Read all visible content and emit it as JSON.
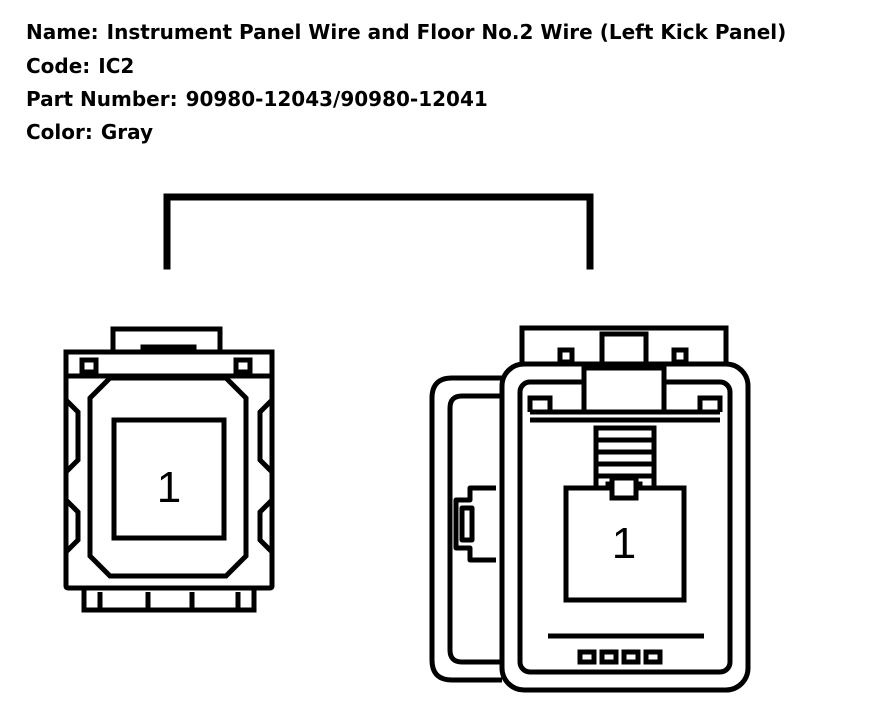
{
  "info": {
    "name_label": "Name:",
    "name_value": "Instrument Panel Wire and Floor No.2 Wire (Left Kick Panel)",
    "code_label": "Code:",
    "code_value": "IC2",
    "part_label": "Part Number:",
    "part_value": "90980-12043/90980-12041",
    "color_label": "Color:",
    "color_value": "Gray"
  },
  "connectors": {
    "left_pin": "1",
    "right_pin": "1"
  },
  "colors": {
    "line": "#000000",
    "background": "#ffffff"
  }
}
